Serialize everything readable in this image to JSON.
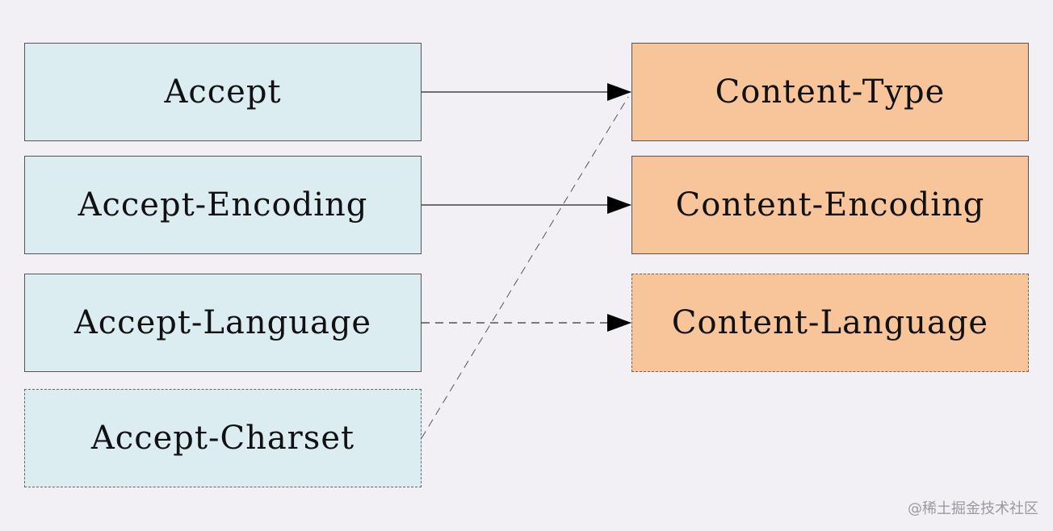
{
  "request_headers": [
    {
      "label": "Accept",
      "style": "solid"
    },
    {
      "label": "Accept-Encoding",
      "style": "solid"
    },
    {
      "label": "Accept-Language",
      "style": "solid"
    },
    {
      "label": "Accept-Charset",
      "style": "dashed"
    }
  ],
  "response_headers": [
    {
      "label": "Content-Type",
      "style": "solid"
    },
    {
      "label": "Content-Encoding",
      "style": "solid"
    },
    {
      "label": "Content-Language",
      "style": "dashed"
    }
  ],
  "links": [
    {
      "from": "Accept",
      "to": "Content-Type",
      "style": "solid"
    },
    {
      "from": "Accept-Encoding",
      "to": "Content-Encoding",
      "style": "solid"
    },
    {
      "from": "Accept-Language",
      "to": "Content-Language",
      "style": "dashed"
    },
    {
      "from": "Accept-Charset",
      "to": "Content-Type",
      "style": "dashed"
    }
  ],
  "colors": {
    "request_fill": "#dcedf2",
    "response_fill": "#f8c59b",
    "background": "#f2f0f5"
  },
  "watermark": "@稀土掘金技术社区"
}
